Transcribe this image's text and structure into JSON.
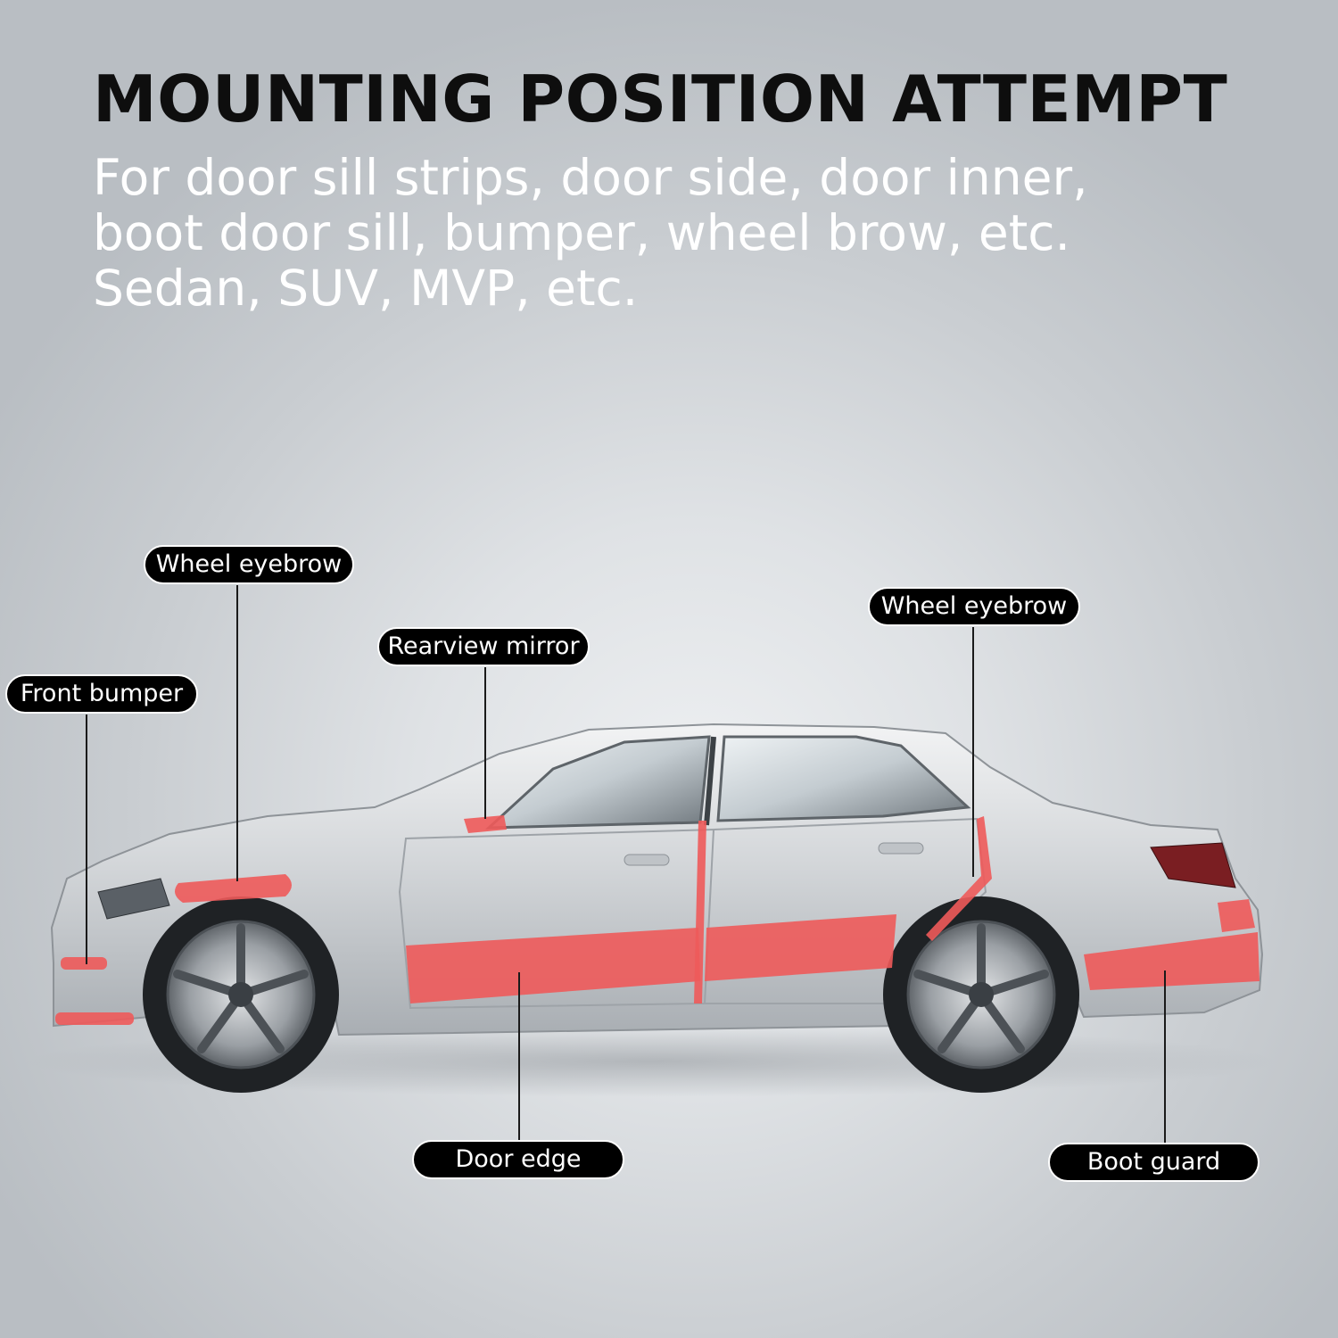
{
  "title": "MOUNTING POSITION ATTEMPT",
  "subtitle_lines": [
    "For door sill strips, door side, door inner,",
    "boot door sill, bumper, wheel brow, etc.",
    "Sedan, SUV, MVP, etc."
  ],
  "callouts": {
    "wheel_eyebrow_front": "Wheel eyebrow",
    "rearview_mirror": "Rearview mirror",
    "front_bumper": "Front bumper",
    "wheel_eyebrow_rear": "Wheel eyebrow",
    "door_edge": "Door edge",
    "boot_guard": "Boot guard"
  },
  "colors": {
    "strip": "#ee5a5a",
    "callout_bg": "#000000",
    "callout_text": "#ffffff",
    "car_body": "#d4d6d8"
  }
}
